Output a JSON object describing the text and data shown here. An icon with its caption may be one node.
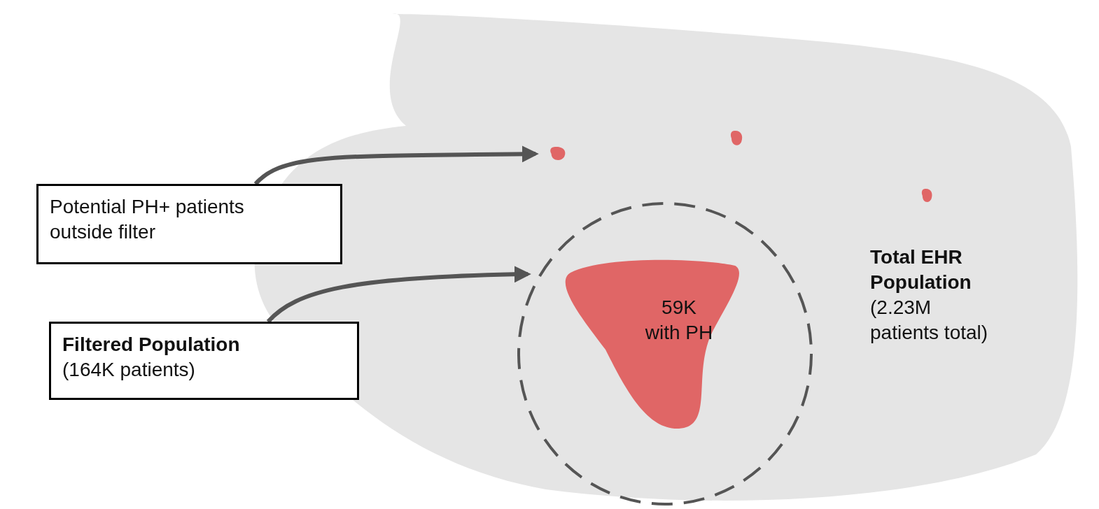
{
  "diagram": {
    "nodes": [
      {
        "text": [
          "Total EHR Population",
          "(2.23M patients total)"
        ]
      },
      {
        "text": [],
        "shape": "blob",
        "in": 0
      },
      {
        "text": [],
        "shape": "blob",
        "in": 0
      },
      {
        "text": [],
        "shape": "blob",
        "in": 0
      },
      {
        "text": [],
        "shape": "circle",
        "in": 0
      },
      {
        "text": [
          "59K with PH"
        ],
        "in": 4
      },
      {
        "text": [
          "Potential PH+ patients outside filter"
        ]
      },
      {
        "text": [
          "Filtered Population",
          "(164K patients)"
        ]
      }
    ],
    "edges": [
      {
        "from": 6,
        "to": 1,
        "arrow": "to"
      },
      {
        "from": 7,
        "to": 4,
        "arrow": "to"
      }
    ]
  }
}
